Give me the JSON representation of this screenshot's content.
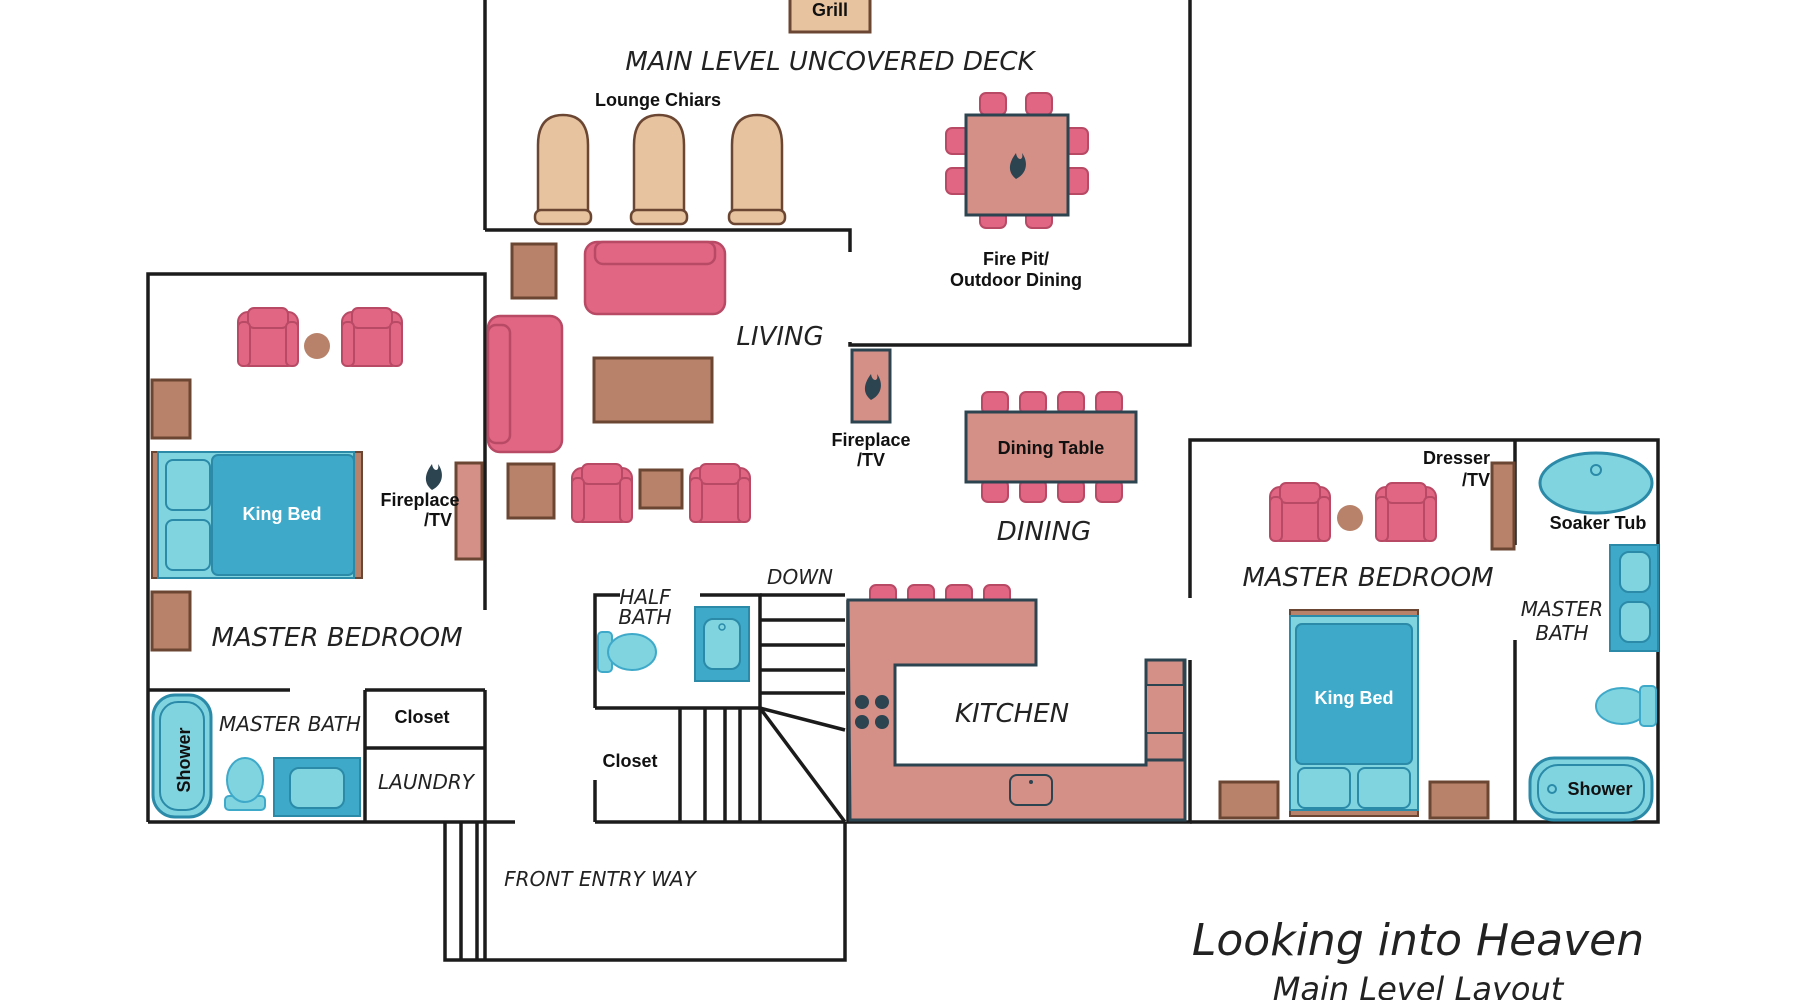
{
  "colors": {
    "wall": "#1b1b1b",
    "sofa": "#e06683",
    "sofa_dark": "#b84a66",
    "wood": "#b8826a",
    "wood_dark": "#6b4632",
    "tan": "#e8c3a0",
    "teal": "#3fa9c9",
    "teal_light": "#7fd4e0",
    "counter": "#d48f86",
    "dining": "#d48f86"
  },
  "rooms": {
    "deck": "MAIN LEVEL UNCOVERED DECK",
    "living": "LIVING",
    "dining": "DINING",
    "kitchen": "KITCHEN",
    "master_bedroom_left": "MASTER BEDROOM",
    "master_bath_left": "MASTER BATH",
    "laundry": "LAUNDRY",
    "half_bath": [
      "HALF",
      "BATH"
    ],
    "down": "DOWN",
    "front_entry": "FRONT ENTRY WAY",
    "master_bedroom_right": "MASTER BEDROOM",
    "master_bath_right": [
      "MASTER",
      "BATH"
    ]
  },
  "furniture": {
    "grill": "Grill",
    "lounge_chairs": "Lounge Chiars",
    "fire_pit": [
      "Fire Pit/",
      "Outdoor Dining"
    ],
    "fireplace_living": [
      "Fireplace",
      "/TV"
    ],
    "fireplace_left": [
      "Fireplace",
      "/TV"
    ],
    "dining_table": "Dining Table",
    "king_bed_left": "King Bed",
    "king_bed_right": "King Bed",
    "closet_left": "Closet",
    "closet_center": "Closet",
    "shower_left": "Shower",
    "dresser_right": [
      "Dresser",
      "/TV"
    ],
    "soaker_tub": "Soaker Tub",
    "shower_right": "Shower"
  },
  "title": {
    "main": "Looking into Heaven",
    "sub": "Main Level Layout"
  },
  "icons": [
    "fire-icon",
    "toilet-icon",
    "sink-icon",
    "stove-icon"
  ]
}
